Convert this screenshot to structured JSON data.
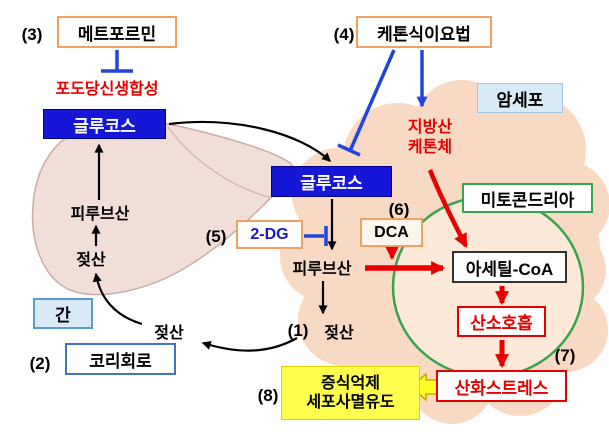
{
  "labels": {
    "num1": "(1)",
    "num2": "(2)",
    "num3": "(3)",
    "num4": "(4)",
    "num5": "(5)",
    "num6": "(6)",
    "num7": "(7)",
    "num8": "(8)",
    "metformin": "메트포르민",
    "gluconeogenesis": "포도당신생합성",
    "glucose_liver": "글루코스",
    "glucose_tumor": "글루코스",
    "ketogenic_diet": "케톤식이요법",
    "cancer_cell": "암세포",
    "fatty_acid": "지방산",
    "ketone_bodies": "케톤체",
    "mitochondria": "미토콘드리아",
    "two_dg": "2-DG",
    "dca": "DCA",
    "pyruvate_tumor": "피루브산",
    "lactate_tumor": "젖산",
    "acetyl_coa": "아세틸-CoA",
    "aerobic_respiration": "산소호흡",
    "oxidative_stress": "산화스트레스",
    "growth_inhibition": "증식억제",
    "apoptosis_induction": "세포사멸유도",
    "pyruvate_liver": "피루브산",
    "lactate_liver": "젖산",
    "lactate_transport": "젖산",
    "liver": "간",
    "cori_cycle": "코리회로"
  },
  "colors": {
    "glucose_box": "#1616d6",
    "red_accent": "#e60000",
    "inhibition_blue": "#2244dd",
    "orange_border": "#f0a060",
    "blue_border": "#4472c4",
    "green_border": "#2fa84f",
    "yellow_highlight": "#ffff4d",
    "liver_fill": "#f2ded9",
    "cancer_cell_fill": "#f8d9c3",
    "light_blue_fill": "#d9eaf7"
  }
}
